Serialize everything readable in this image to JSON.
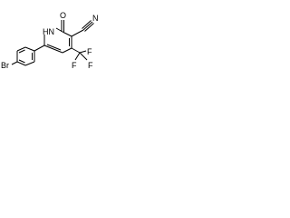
{
  "molecule": {
    "labels": {
      "bromine": "Br",
      "nh": "HN",
      "oxygen": "O",
      "nitrile_nitrogen": "N",
      "cf3_f_top": "F",
      "cf3_f_left": "F",
      "cf3_f_right": "F"
    },
    "colors": {
      "bond": "#000000",
      "text": "#000000",
      "background": "#ffffff"
    }
  }
}
